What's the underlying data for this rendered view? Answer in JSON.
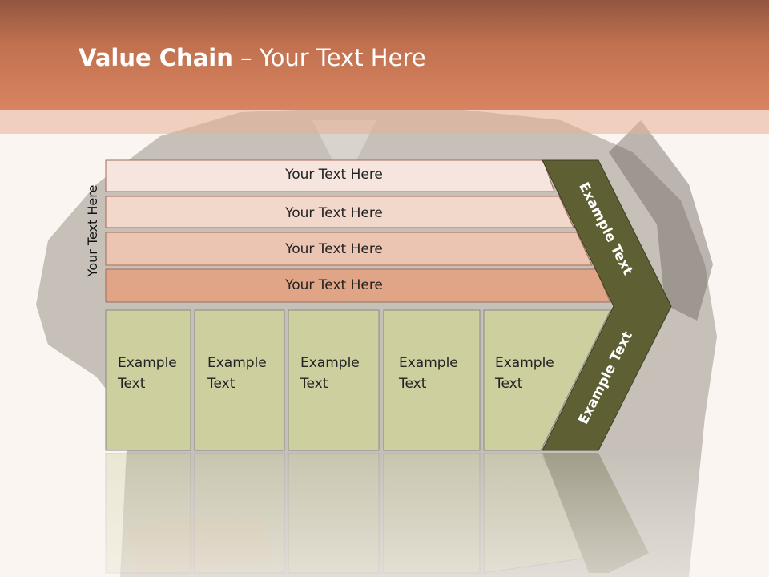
{
  "title": {
    "bold": "Value Chain",
    "rest": " – Your Text Here"
  },
  "side_label": "Your Text Here",
  "rows": [
    {
      "label": "Your Text Here",
      "color": "#f6e5de"
    },
    {
      "label": "Your Text Here",
      "color": "#f2d7cb"
    },
    {
      "label": "Your Text Here",
      "color": "#ecc4b2"
    },
    {
      "label": "Your Text Here",
      "color": "#e0a486"
    }
  ],
  "cells": [
    {
      "line1": "Example",
      "line2": "Text"
    },
    {
      "line1": "Example",
      "line2": "Text"
    },
    {
      "line1": "Example",
      "line2": "Text"
    },
    {
      "line1": "Example",
      "line2": "Text"
    },
    {
      "line1": "Example",
      "line2": "Text"
    }
  ],
  "chevron_labels": {
    "upper": "Example Text",
    "lower": "Example Text"
  },
  "colors": {
    "header": "#d98460",
    "cell": "#cdcf9f",
    "chevron": "#5e5f33",
    "background": "#fbf5f1"
  }
}
